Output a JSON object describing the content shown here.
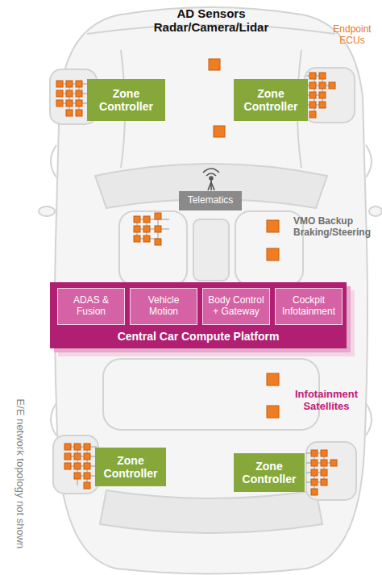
{
  "diagram": {
    "nodes": [
      {
        "text": [
          "Zone Controller"
        ]
      },
      {
        "text": [
          "Zone Controller"
        ]
      },
      {
        "text": [
          "Telematics"
        ]
      },
      {
        "text": [
          "Central Car Compute Platform"
        ]
      },
      {
        "text": [
          "ADAS & Fusion"
        ],
        "in": 3
      },
      {
        "text": [
          "Vehicle Motion"
        ],
        "in": 3
      },
      {
        "text": [
          "Body Control + Gateway"
        ],
        "in": 3
      },
      {
        "text": [
          "Cockpit Infotainment"
        ],
        "in": 3
      },
      {
        "text": [
          "Zone Controller"
        ]
      },
      {
        "text": [
          "Zone Controller"
        ]
      }
    ],
    "labels": [
      "AD Sensors Radar/Camera/Lidar",
      "Endpoint ECUs",
      "VMO Backup Braking/Steering",
      "Infotainment Satellites",
      "E/E network topology not shown"
    ]
  }
}
